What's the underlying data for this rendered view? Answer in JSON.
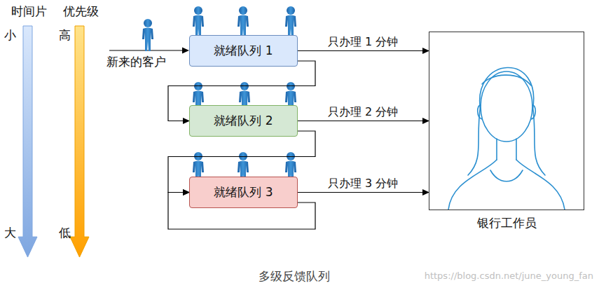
{
  "diagram": {
    "caption": "多级反馈队列",
    "nodes": [
      {
        "text": [
          "就绪队列 1"
        ]
      },
      {
        "text": [
          "就绪队列 2"
        ]
      },
      {
        "text": [
          "就绪队列 3"
        ]
      },
      {
        "text": [
          "银行工作员"
        ]
      }
    ],
    "edges": [
      {
        "from": 0,
        "to": 3,
        "label": "只办理 1 分钟",
        "arrow": "to"
      },
      {
        "from": 1,
        "to": 3,
        "label": "只办理 2 分钟",
        "arrow": "to"
      },
      {
        "from": 2,
        "to": 3,
        "label": "只办理 3 分钟",
        "arrow": "to"
      },
      {
        "from": 0,
        "to": 1,
        "arrow": "to"
      },
      {
        "from": 1,
        "to": 2,
        "arrow": "to"
      },
      {
        "from": 2,
        "to": 2,
        "arrow": "to"
      }
    ],
    "labels": [
      "时间片",
      "优先级",
      "小",
      "高",
      "新来的客户",
      "大",
      "低",
      "https://blog.csdn.net/june_young_fan"
    ]
  }
}
